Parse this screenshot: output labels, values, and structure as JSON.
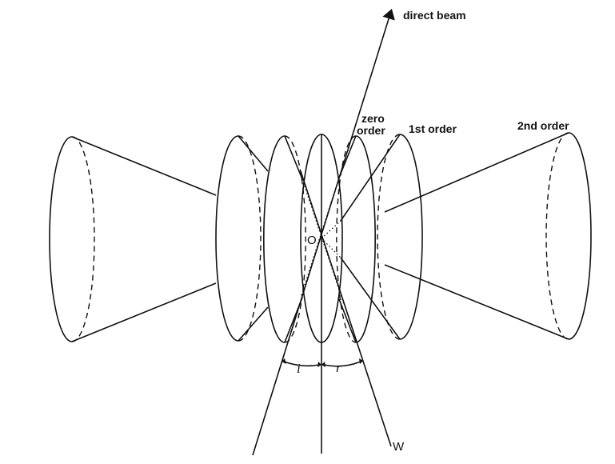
{
  "labels": {
    "direct_beam": "direct beam",
    "zero_order_line1": "zero",
    "zero_order_line2": "order",
    "first_order": "1st order",
    "second_order": "2nd order",
    "origin": "O",
    "incidence_angle": "i",
    "reflection_angle": "r",
    "wire_axis": "W"
  }
}
